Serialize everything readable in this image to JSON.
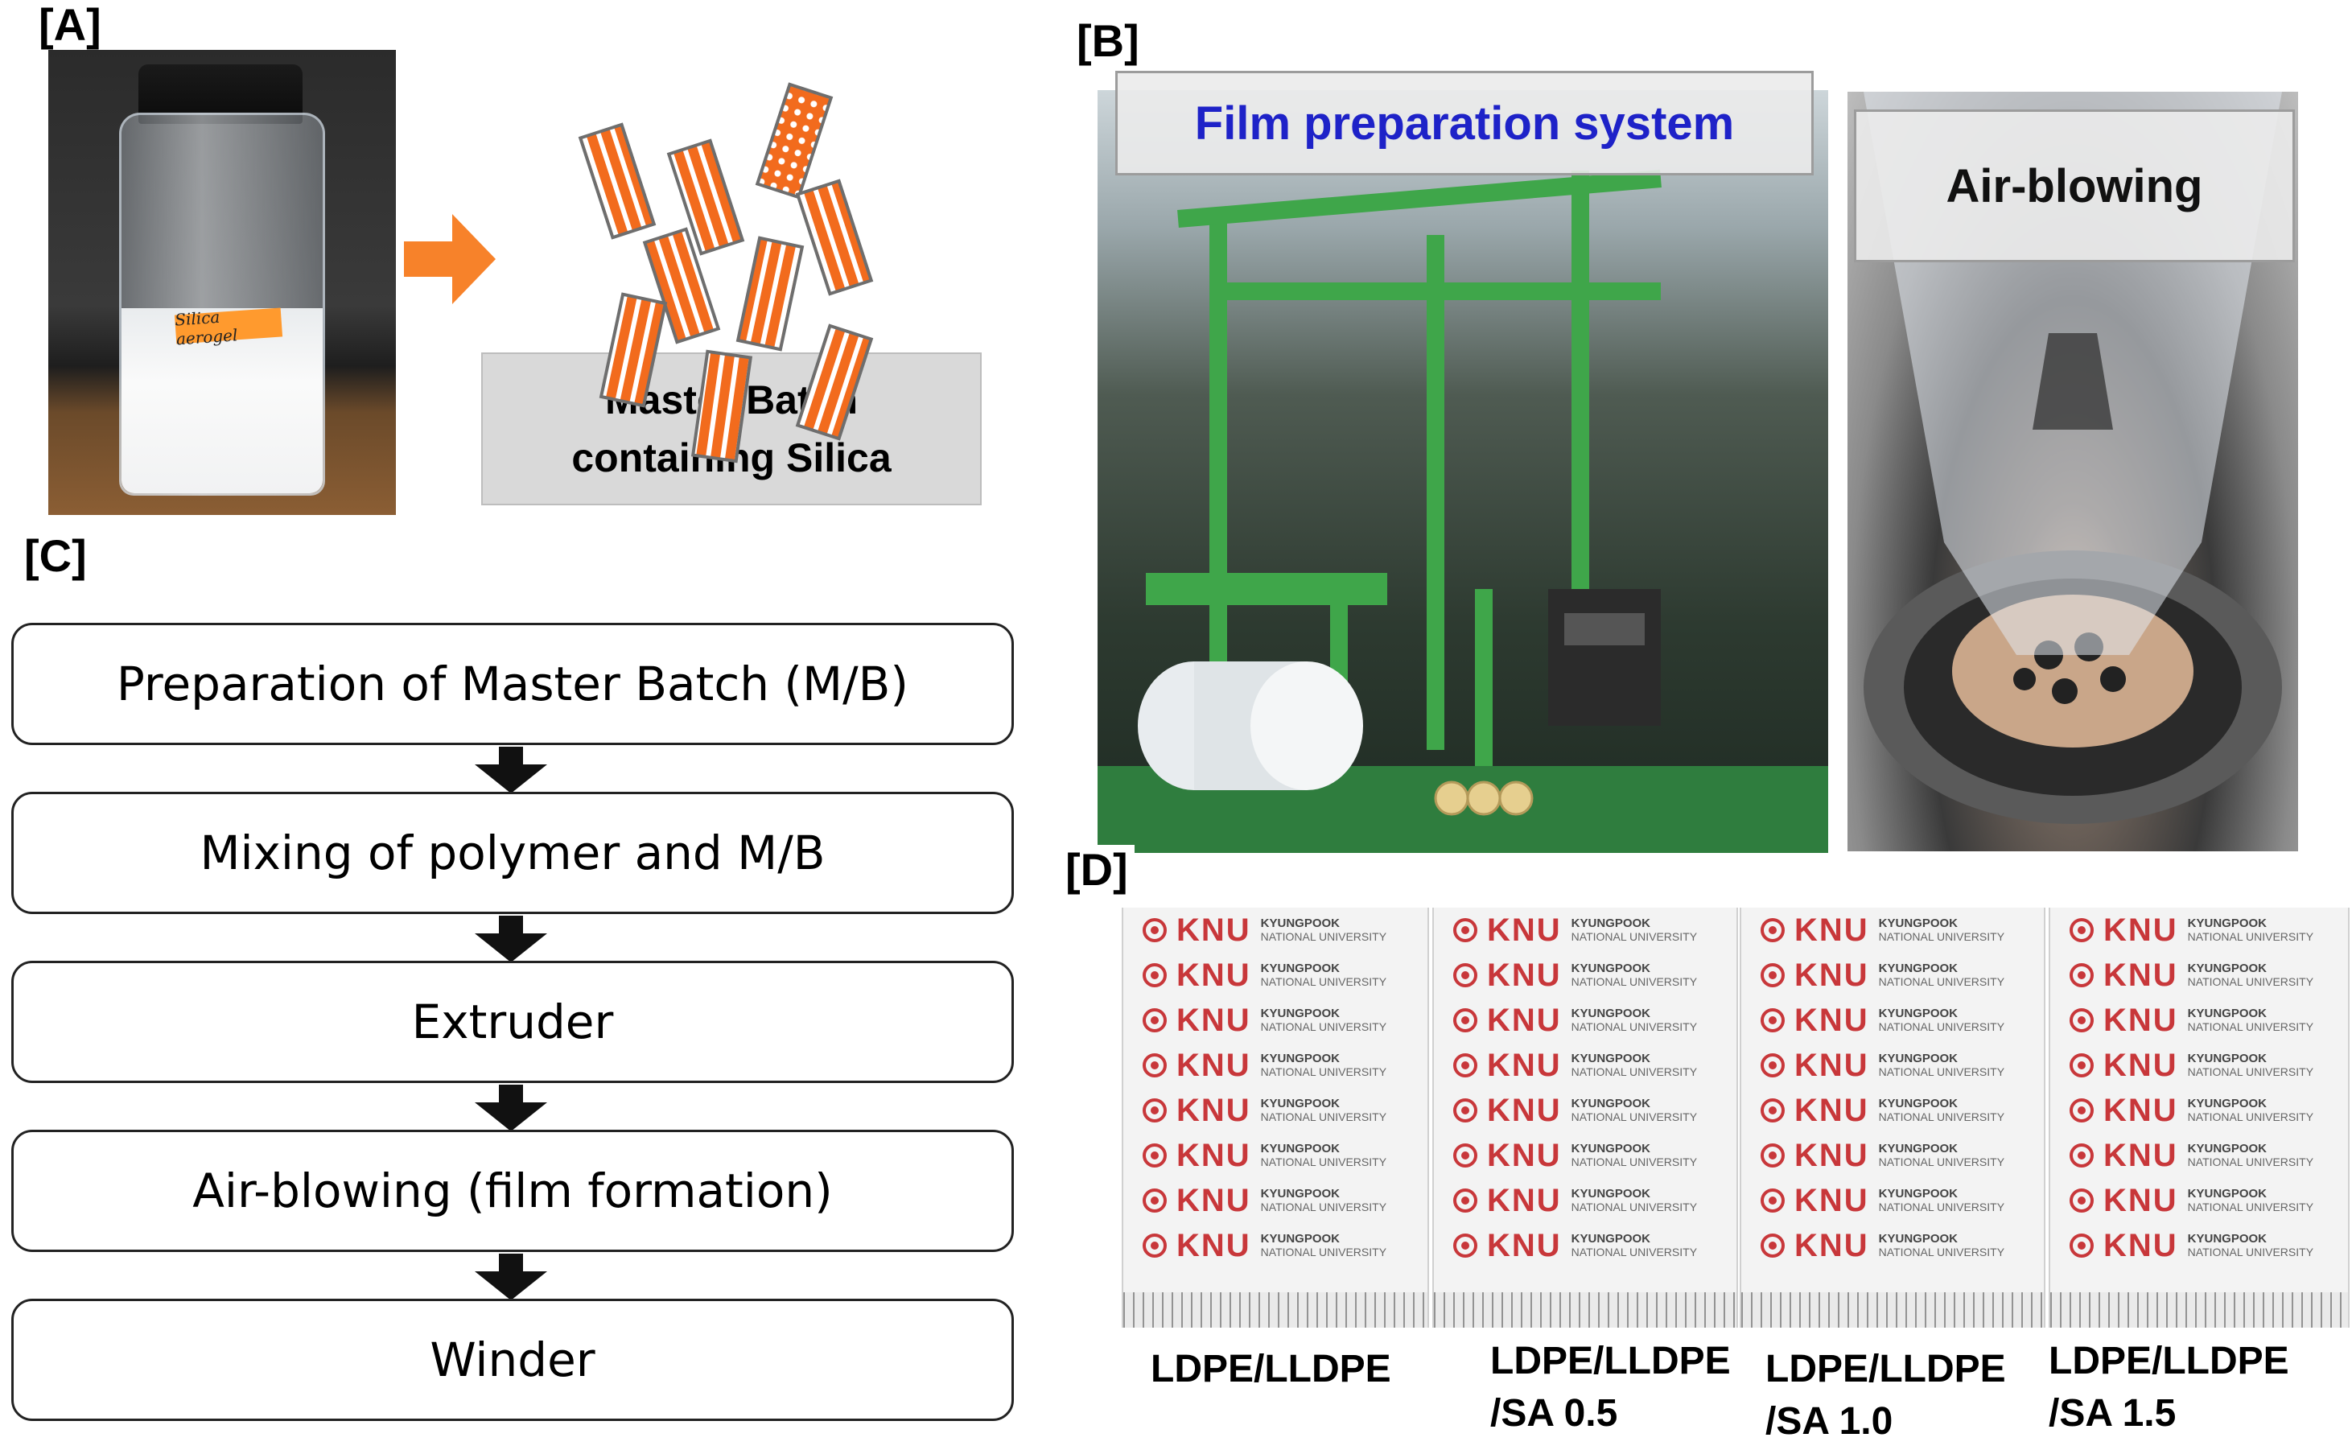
{
  "panel_a": {
    "label": "[A]",
    "jar_tag": "Silica aerogel",
    "master_batch_line1": "Master Batch",
    "master_batch_line2": "containing Silica"
  },
  "panel_b": {
    "label": "[B]",
    "system_caption": "Film preparation system",
    "air_caption": "Air-blowing"
  },
  "panel_c": {
    "label": "[C]",
    "steps": [
      "Preparation of Master Batch (M/B)",
      "Mixing of polymer and M/B",
      "Extruder",
      "Air-blowing (film formation)",
      "Winder"
    ]
  },
  "panel_d": {
    "label": "[D]",
    "logo_mark": "KNU",
    "logo_line1": "KYUNGPOOK",
    "logo_line2": "NATIONAL UNIVERSITY",
    "samples": [
      {
        "line1": "LDPE/LLDPE",
        "line2": ""
      },
      {
        "line1": "LDPE/LLDPE",
        "line2": "/SA 0.5"
      },
      {
        "line1": "LDPE/LLDPE",
        "line2": "/SA 1.0"
      },
      {
        "line1": "LDPE/LLDPE",
        "line2": "/SA 1.5"
      }
    ]
  },
  "colors": {
    "arrow_orange": "#F7822A",
    "pellet_orange": "#F26B1D",
    "caption_blue": "#1E22C8",
    "knu_red": "#C8373A"
  }
}
